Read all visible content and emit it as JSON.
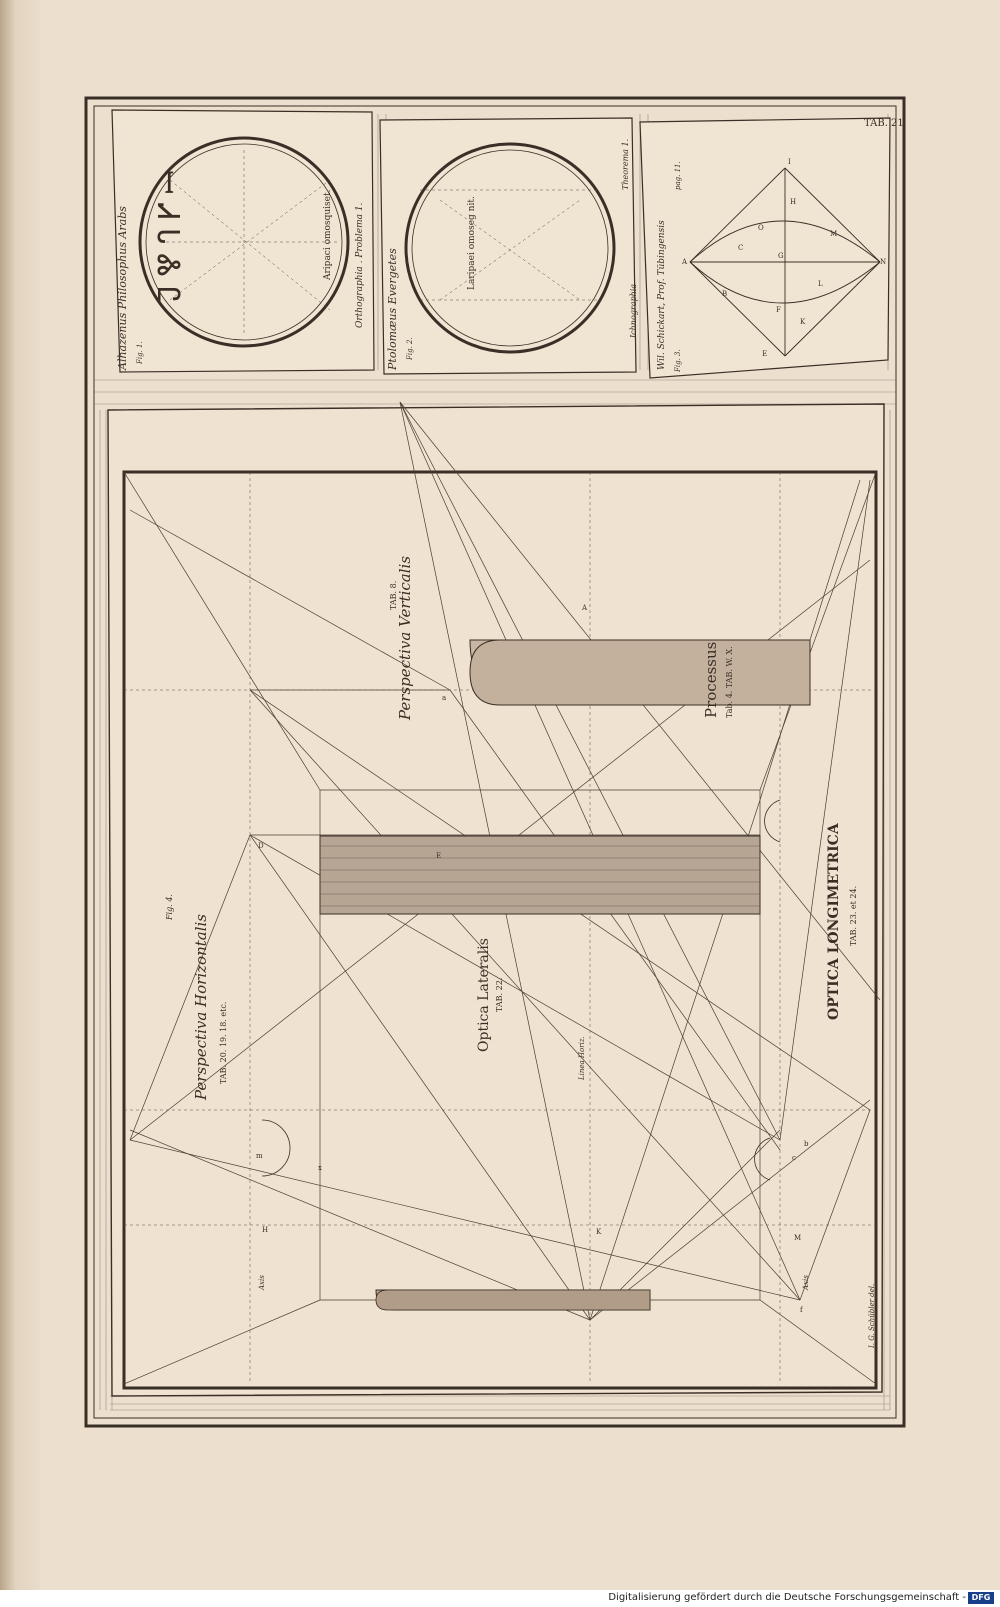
{
  "plate": {
    "tab_label": "TAB. 21",
    "engraver": "I. G. Schübler del."
  },
  "panels": [
    {
      "id": "fig1",
      "caption": "Alhazenus Philosophus Arabs",
      "fig": "Fig. 1.",
      "note": "Orthographia . Problema 1.",
      "inner_label": "Aripaci omosquiset."
    },
    {
      "id": "fig2",
      "caption": "Ptolomæus Evergetes",
      "fig": "Fig. 2.",
      "note": "Theorema 1.",
      "inner_label": "Laripaei omoseg nit."
    },
    {
      "id": "fig3",
      "caption": "Wil. Schickart, Prof. Tübingensis",
      "fig": "Fig. 3.",
      "note": "Ichnographia",
      "page_ref": "pag. 11.",
      "points": [
        "A",
        "B",
        "C",
        "O",
        "H",
        "I",
        "G",
        "F",
        "E",
        "K",
        "L",
        "M",
        "N"
      ]
    }
  ],
  "main_figure": {
    "fig": "Fig. 4.",
    "labels": [
      {
        "text": "Perspectiva Horizontalis",
        "sub": "TAB. 20. 19. 18. etc."
      },
      {
        "text": "Perspectiva Verticalis",
        "sub": "TAB. 8."
      },
      {
        "text": "Optica Lateralis",
        "sub": "TAB. 22."
      },
      {
        "text": "Processus",
        "sub": "Tab. 4. TAB. W. X."
      },
      {
        "text": "OPTICA LONGIMETRICA",
        "sub": "TAB. 23. et 24."
      }
    ],
    "small_labels": [
      "Linea Horiz.",
      "Axis",
      "Axis",
      "m",
      "x",
      "D",
      "E",
      "H",
      "K",
      "a",
      "b",
      "c",
      "f",
      "M",
      "A"
    ]
  },
  "footer": {
    "text": "Digitalisierung gefördert durch die Deutsche Forschungsgemeinschaft -",
    "logo": "DFG"
  }
}
